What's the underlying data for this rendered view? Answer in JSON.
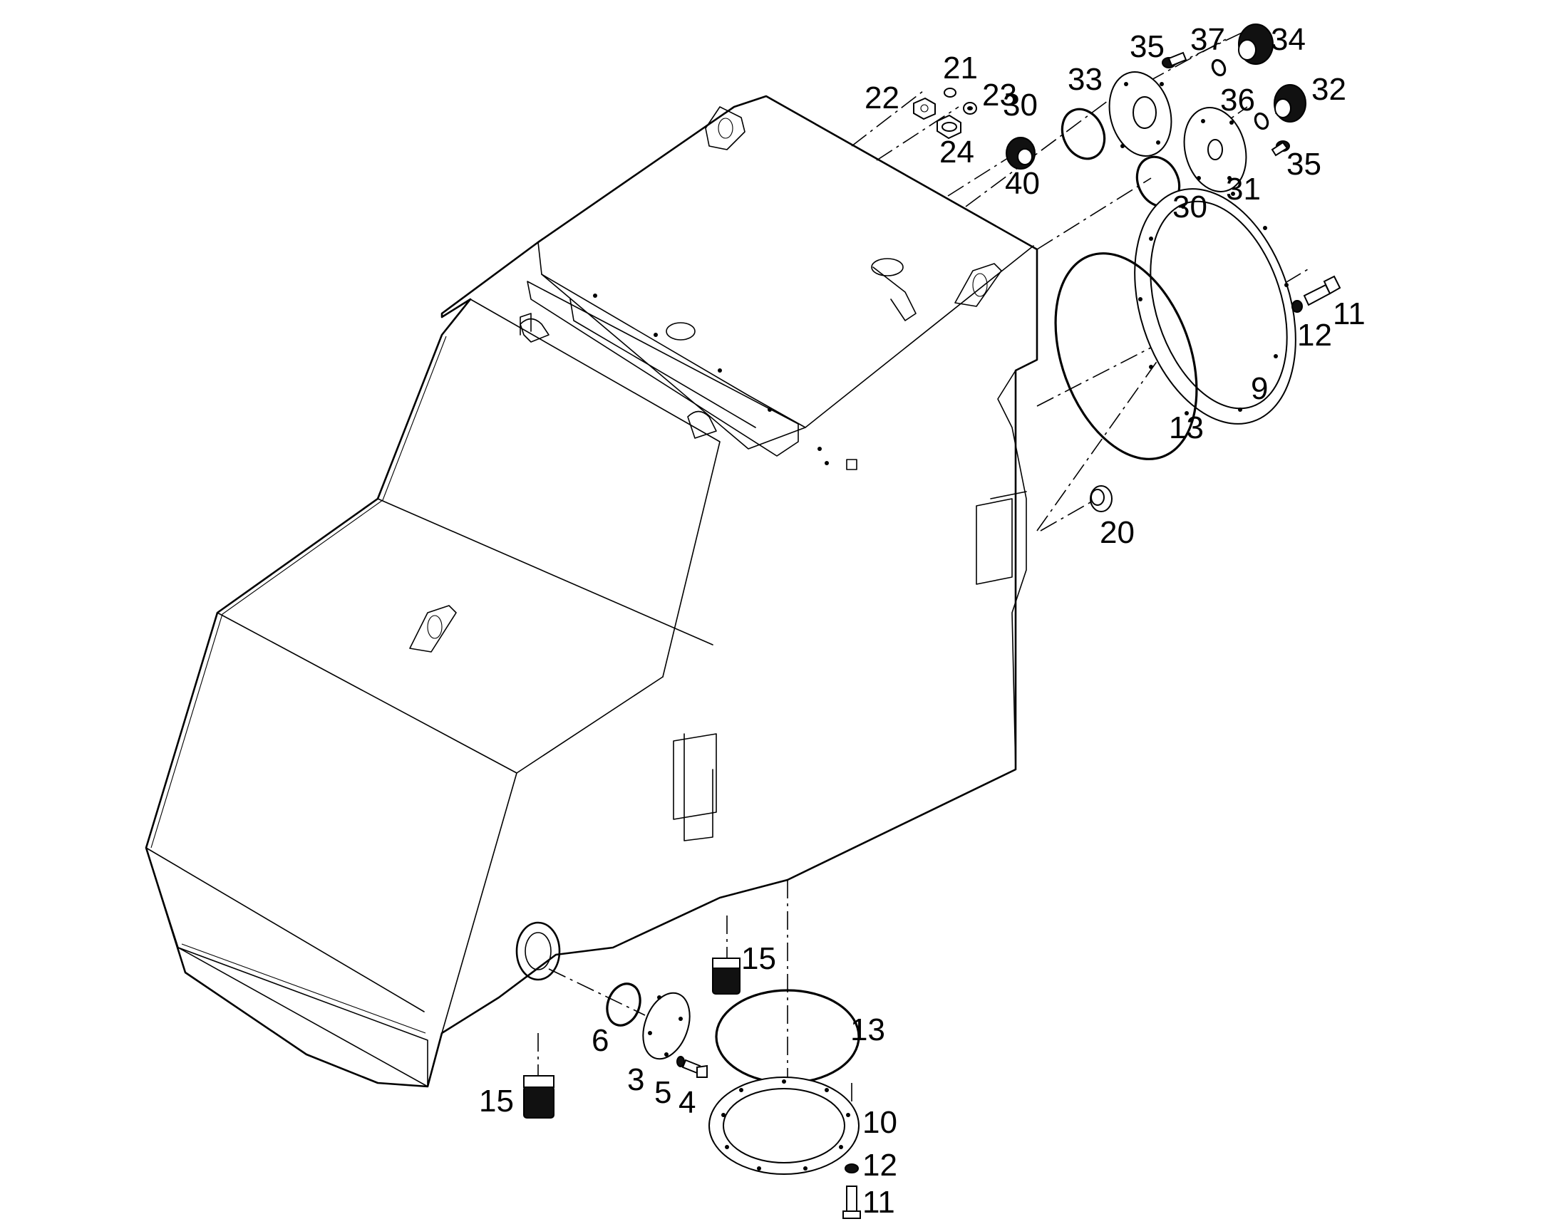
{
  "labels": {
    "l3": "3",
    "l4": "4",
    "l5": "5",
    "l6": "6",
    "l9": "9",
    "l10": "10",
    "l11a": "11",
    "l11b": "11",
    "l12a": "12",
    "l12b": "12",
    "l13a": "13",
    "l13b": "13",
    "l15a": "15",
    "l15b": "15",
    "l20": "20",
    "l21": "21",
    "l22": "22",
    "l23": "23",
    "l24": "24",
    "l30a": "30",
    "l30b": "30",
    "l31": "31",
    "l32": "32",
    "l33": "33",
    "l34": "34",
    "l35a": "35",
    "l35b": "35",
    "l36": "36",
    "l37": "37",
    "l40": "40"
  }
}
